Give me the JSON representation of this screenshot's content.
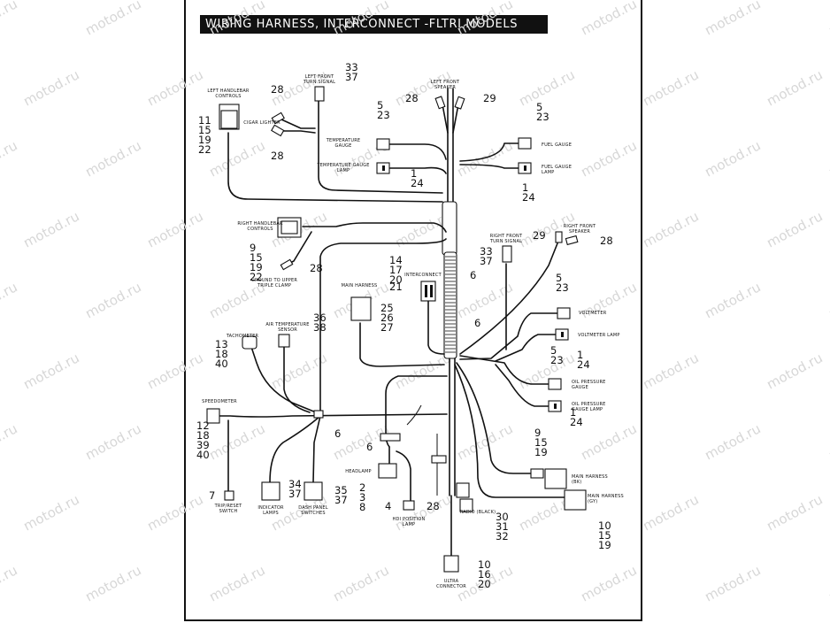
{
  "title": "WIRING HARNESS,  INTERCONNECT -FLTRI MODELS",
  "watermark": "motod.ru",
  "components": {
    "left_handlebar_controls": "LEFT HANDLEBAR CONTROLS",
    "cigar_lighter": "CIGAR LIGHTER",
    "left_front_turn_signal": "LEFT FRONT TURN SIGNAL",
    "left_front_speaker": "LEFT FRONT SPEAKER",
    "temperature_gauge": "TEMPERATURE GAUGE",
    "temperature_gauge_lamp": "TEMPERATURE GAUGE LAMP",
    "fuel_gauge": "FUEL GAUGE",
    "fuel_gauge_lamp": "FUEL GAUGE LAMP",
    "right_handlebar_controls": "RIGHT HANDLEBAR CONTROLS",
    "ground_to_upper_triple_clamp": "GROUND TO UPPER TRIPLE CLAMP",
    "right_front_turn_signal": "RIGHT FRONT TURN SIGNAL",
    "right_front_speaker": "RIGHT FRONT SPEAKER",
    "main_harness": "MAIN HARNESS",
    "interconnect": "INTERCONNECT",
    "voltmeter": "VOLTMETER",
    "voltmeter_lamp": "VOLTMETER LAMP",
    "tachometer": "TACHOMETER",
    "air_temperature_sensor": "AIR TEMPERATURE SENSOR",
    "oil_pressure_gauge": "OIL PRESSURE GAUGE",
    "oil_pressure_gauge_lamp": "OIL PRESSURE GAUGE LAMP",
    "speedometer": "SPEEDOMETER",
    "headlamp": "HEADLAMP",
    "main_harness_bk": "MAIN HARNESS (BK)",
    "main_harness_gy": "MAIN HARNESS (GY)",
    "trip_reset_switch": "TRIP/RESET SWITCH",
    "indicator_lamps": "INDICATOR LAMPS",
    "dash_panel_switches": "DASH PANEL SWITCHES",
    "hdi_position_lamp": "HDI POSITION LAMP",
    "radio_black": "RADIO (BLACK)",
    "ultra_connector": "ULTRA CONNECTOR"
  },
  "callouts": [
    {
      "id": "lhc",
      "lines": [
        "11",
        "15",
        "19",
        "22"
      ]
    },
    {
      "id": "cig-top",
      "lines": [
        "28"
      ]
    },
    {
      "id": "cig-bot",
      "lines": [
        "28"
      ]
    },
    {
      "id": "lfts",
      "lines": [
        "33",
        "37"
      ]
    },
    {
      "id": "lfs-left",
      "lines": [
        "28"
      ]
    },
    {
      "id": "lfs-right",
      "lines": [
        "29"
      ]
    },
    {
      "id": "tg",
      "lines": [
        "5",
        "23"
      ]
    },
    {
      "id": "tgl",
      "lines": [
        "1",
        "24"
      ]
    },
    {
      "id": "fg",
      "lines": [
        "5",
        "23"
      ]
    },
    {
      "id": "fgl",
      "lines": [
        "1",
        "24"
      ]
    },
    {
      "id": "rhc",
      "lines": [
        "9",
        "15",
        "19",
        "22"
      ]
    },
    {
      "id": "gnd",
      "lines": [
        "28"
      ]
    },
    {
      "id": "ic-top",
      "lines": [
        "14",
        "17",
        "20"
      ]
    },
    {
      "id": "ic-side",
      "lines": [
        "21"
      ]
    },
    {
      "id": "ic-6",
      "lines": [
        "6"
      ]
    },
    {
      "id": "rfts",
      "lines": [
        "33",
        "37"
      ]
    },
    {
      "id": "rfs-left",
      "lines": [
        "29"
      ]
    },
    {
      "id": "rfs-right",
      "lines": [
        "28"
      ]
    },
    {
      "id": "vm",
      "lines": [
        "5",
        "23"
      ]
    },
    {
      "id": "vml",
      "lines": [
        "1",
        "24"
      ]
    },
    {
      "id": "mh",
      "lines": [
        "25",
        "26",
        "27"
      ]
    },
    {
      "id": "ats",
      "lines": [
        "36",
        "38"
      ]
    },
    {
      "id": "six-mid",
      "lines": [
        "6"
      ]
    },
    {
      "id": "tach",
      "lines": [
        "13",
        "18",
        "40"
      ]
    },
    {
      "id": "opg",
      "lines": [
        "5",
        "23"
      ]
    },
    {
      "id": "opgl",
      "lines": [
        "1",
        "24"
      ]
    },
    {
      "id": "speedo",
      "lines": [
        "12",
        "18",
        "39",
        "40"
      ]
    },
    {
      "id": "six-left",
      "lines": [
        "6"
      ]
    },
    {
      "id": "six-hl",
      "lines": [
        "6"
      ]
    },
    {
      "id": "hl",
      "lines": [
        "2",
        "3",
        "8"
      ]
    },
    {
      "id": "mhbk",
      "lines": [
        "9",
        "15",
        "19"
      ]
    },
    {
      "id": "mhgy",
      "lines": [
        "10",
        "15",
        "19"
      ]
    },
    {
      "id": "trip",
      "lines": [
        "7"
      ]
    },
    {
      "id": "ind",
      "lines": [
        "34",
        "37"
      ]
    },
    {
      "id": "dps",
      "lines": [
        "35",
        "37"
      ]
    },
    {
      "id": "hdi-left",
      "lines": [
        "4"
      ]
    },
    {
      "id": "hdi-right",
      "lines": [
        "28"
      ]
    },
    {
      "id": "radio",
      "lines": [
        "30",
        "31",
        "32"
      ]
    },
    {
      "id": "ultra",
      "lines": [
        "10",
        "16",
        "20"
      ]
    }
  ]
}
